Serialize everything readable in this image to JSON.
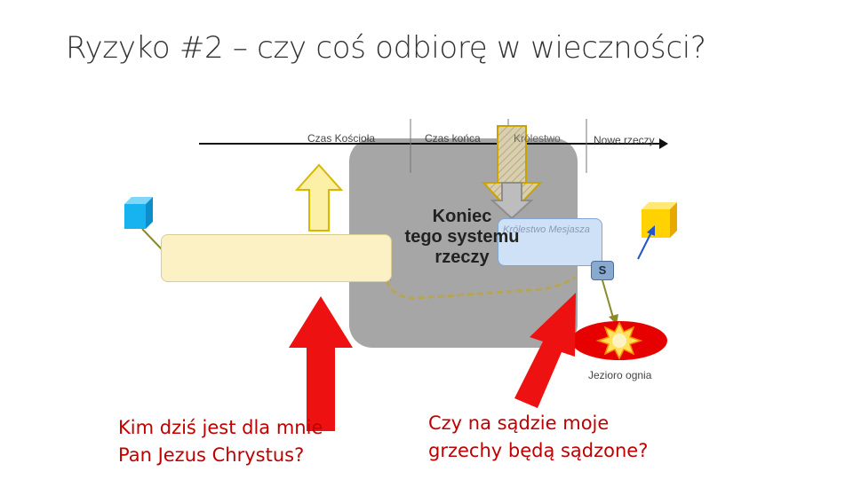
{
  "title": "Ryzyko #2 – czy coś odbiorę w wieczności?",
  "timeline": {
    "czas_kosciola": "Czas Kościoła",
    "czas_konca": "Czas końca",
    "krolestwo": "Królestwo",
    "nowe_rzeczy": "Nowe rzeczy"
  },
  "koniec": {
    "line1": "Koniec",
    "line2": "tego systemu",
    "line3": "rzeczy"
  },
  "krolestwo_mesjasza": "Królestwo Mesjasza",
  "s_badge": "S",
  "jezioro_ognia": "Jezioro ognia",
  "question_left": {
    "line1": "Kim dziś jest dla mnie",
    "line2": "Pan Jezus Chrystus?"
  },
  "question_right": {
    "line1": "Czy na sądzie moje",
    "line2": "grzechy będą sądzone?"
  },
  "colors": {
    "red": "#ee1111",
    "gray": "#9e9e9e",
    "yellow": "#ffd400",
    "blue": "#1ab0ee",
    "accent_text": "#c00000"
  }
}
